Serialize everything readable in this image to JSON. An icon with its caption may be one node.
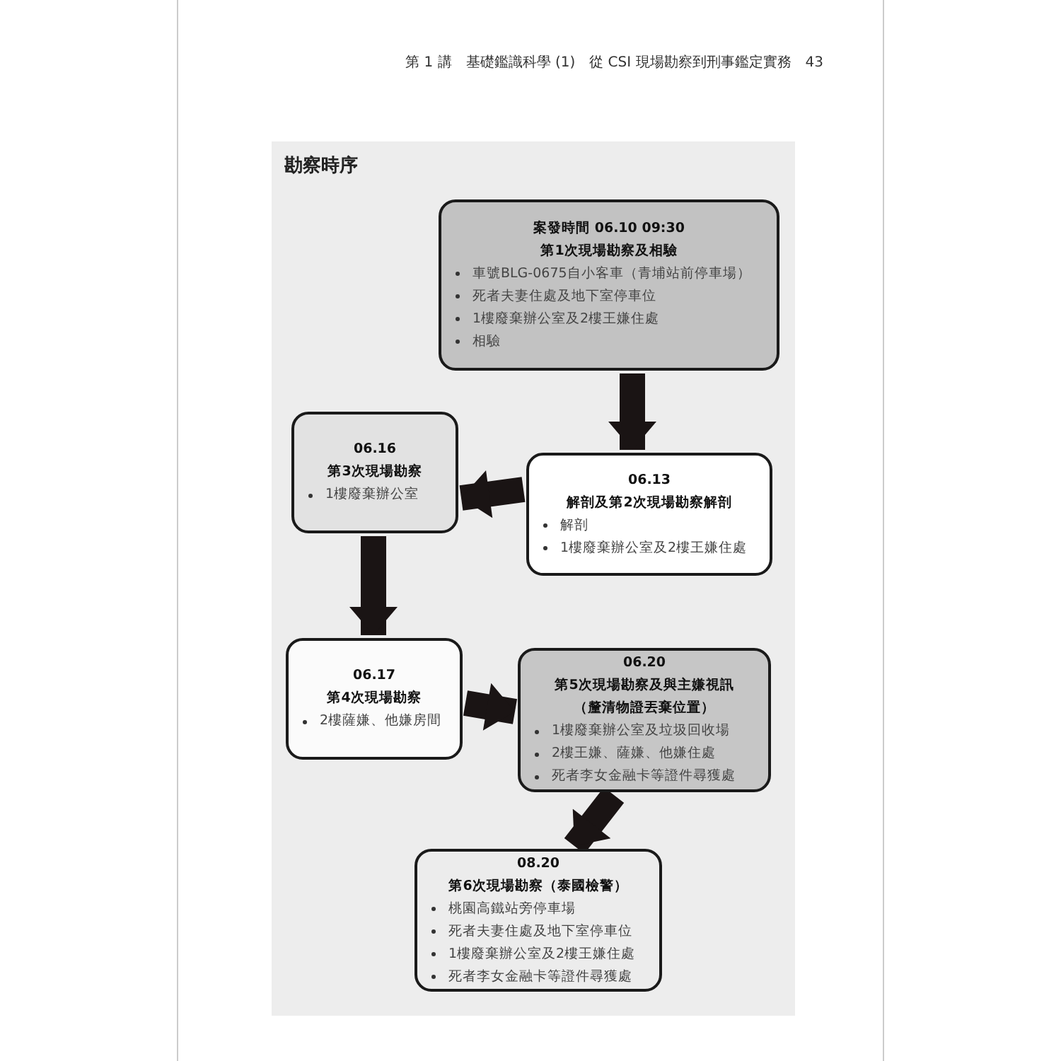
{
  "diagram": {
    "title": "勘察時序",
    "nodes": [
      {
        "text": [
          "案發時間 06.10 09:30",
          "第1次現場勘察及相驗",
          "車號BLG-0675自小客車（青埔站前停車場）",
          "死者夫妻住處及地下室停車位",
          "1樓廢棄辦公室及2樓王嫌住處",
          "相驗"
        ]
      },
      {
        "text": [
          "06.16",
          "第3次現場勘察",
          "1樓廢棄辦公室"
        ]
      },
      {
        "text": [
          "06.13",
          "解剖及第2次現場勘察解剖",
          "解剖",
          "1樓廢棄辦公室及2樓王嫌住處"
        ]
      },
      {
        "text": [
          "06.17",
          "第4次現場勘察",
          "2樓薩嫌、他嫌房間"
        ]
      },
      {
        "text": [
          "06.20",
          "第5次現場勘察及與主嫌視訊",
          "（釐清物證丟棄位置）",
          "1樓廢棄辦公室及垃圾回收場",
          "2樓王嫌、薩嫌、他嫌住處",
          "死者李女金融卡等證件尋獲處"
        ]
      },
      {
        "text": [
          "08.20",
          "第6次現場勘察（泰國檢警）",
          "桃園高鐵站旁停車場",
          "死者夫妻住處及地下室停車位",
          "1樓廢棄辦公室及2樓王嫌住處",
          "死者李女金融卡等證件尋獲處"
        ]
      }
    ],
    "edges": [
      {
        "from": 0,
        "to": 2,
        "arrow": "to"
      },
      {
        "from": 2,
        "to": 1,
        "arrow": "to"
      },
      {
        "from": 1,
        "to": 3,
        "arrow": "to"
      },
      {
        "from": 3,
        "to": 4,
        "arrow": "to"
      },
      {
        "from": 4,
        "to": 5,
        "arrow": "to"
      }
    ],
    "labels": [
      "第 1 講　基礎鑑識科學 (1)　從 CSI 現場勘察到刑事鑑定實務　43"
    ]
  }
}
